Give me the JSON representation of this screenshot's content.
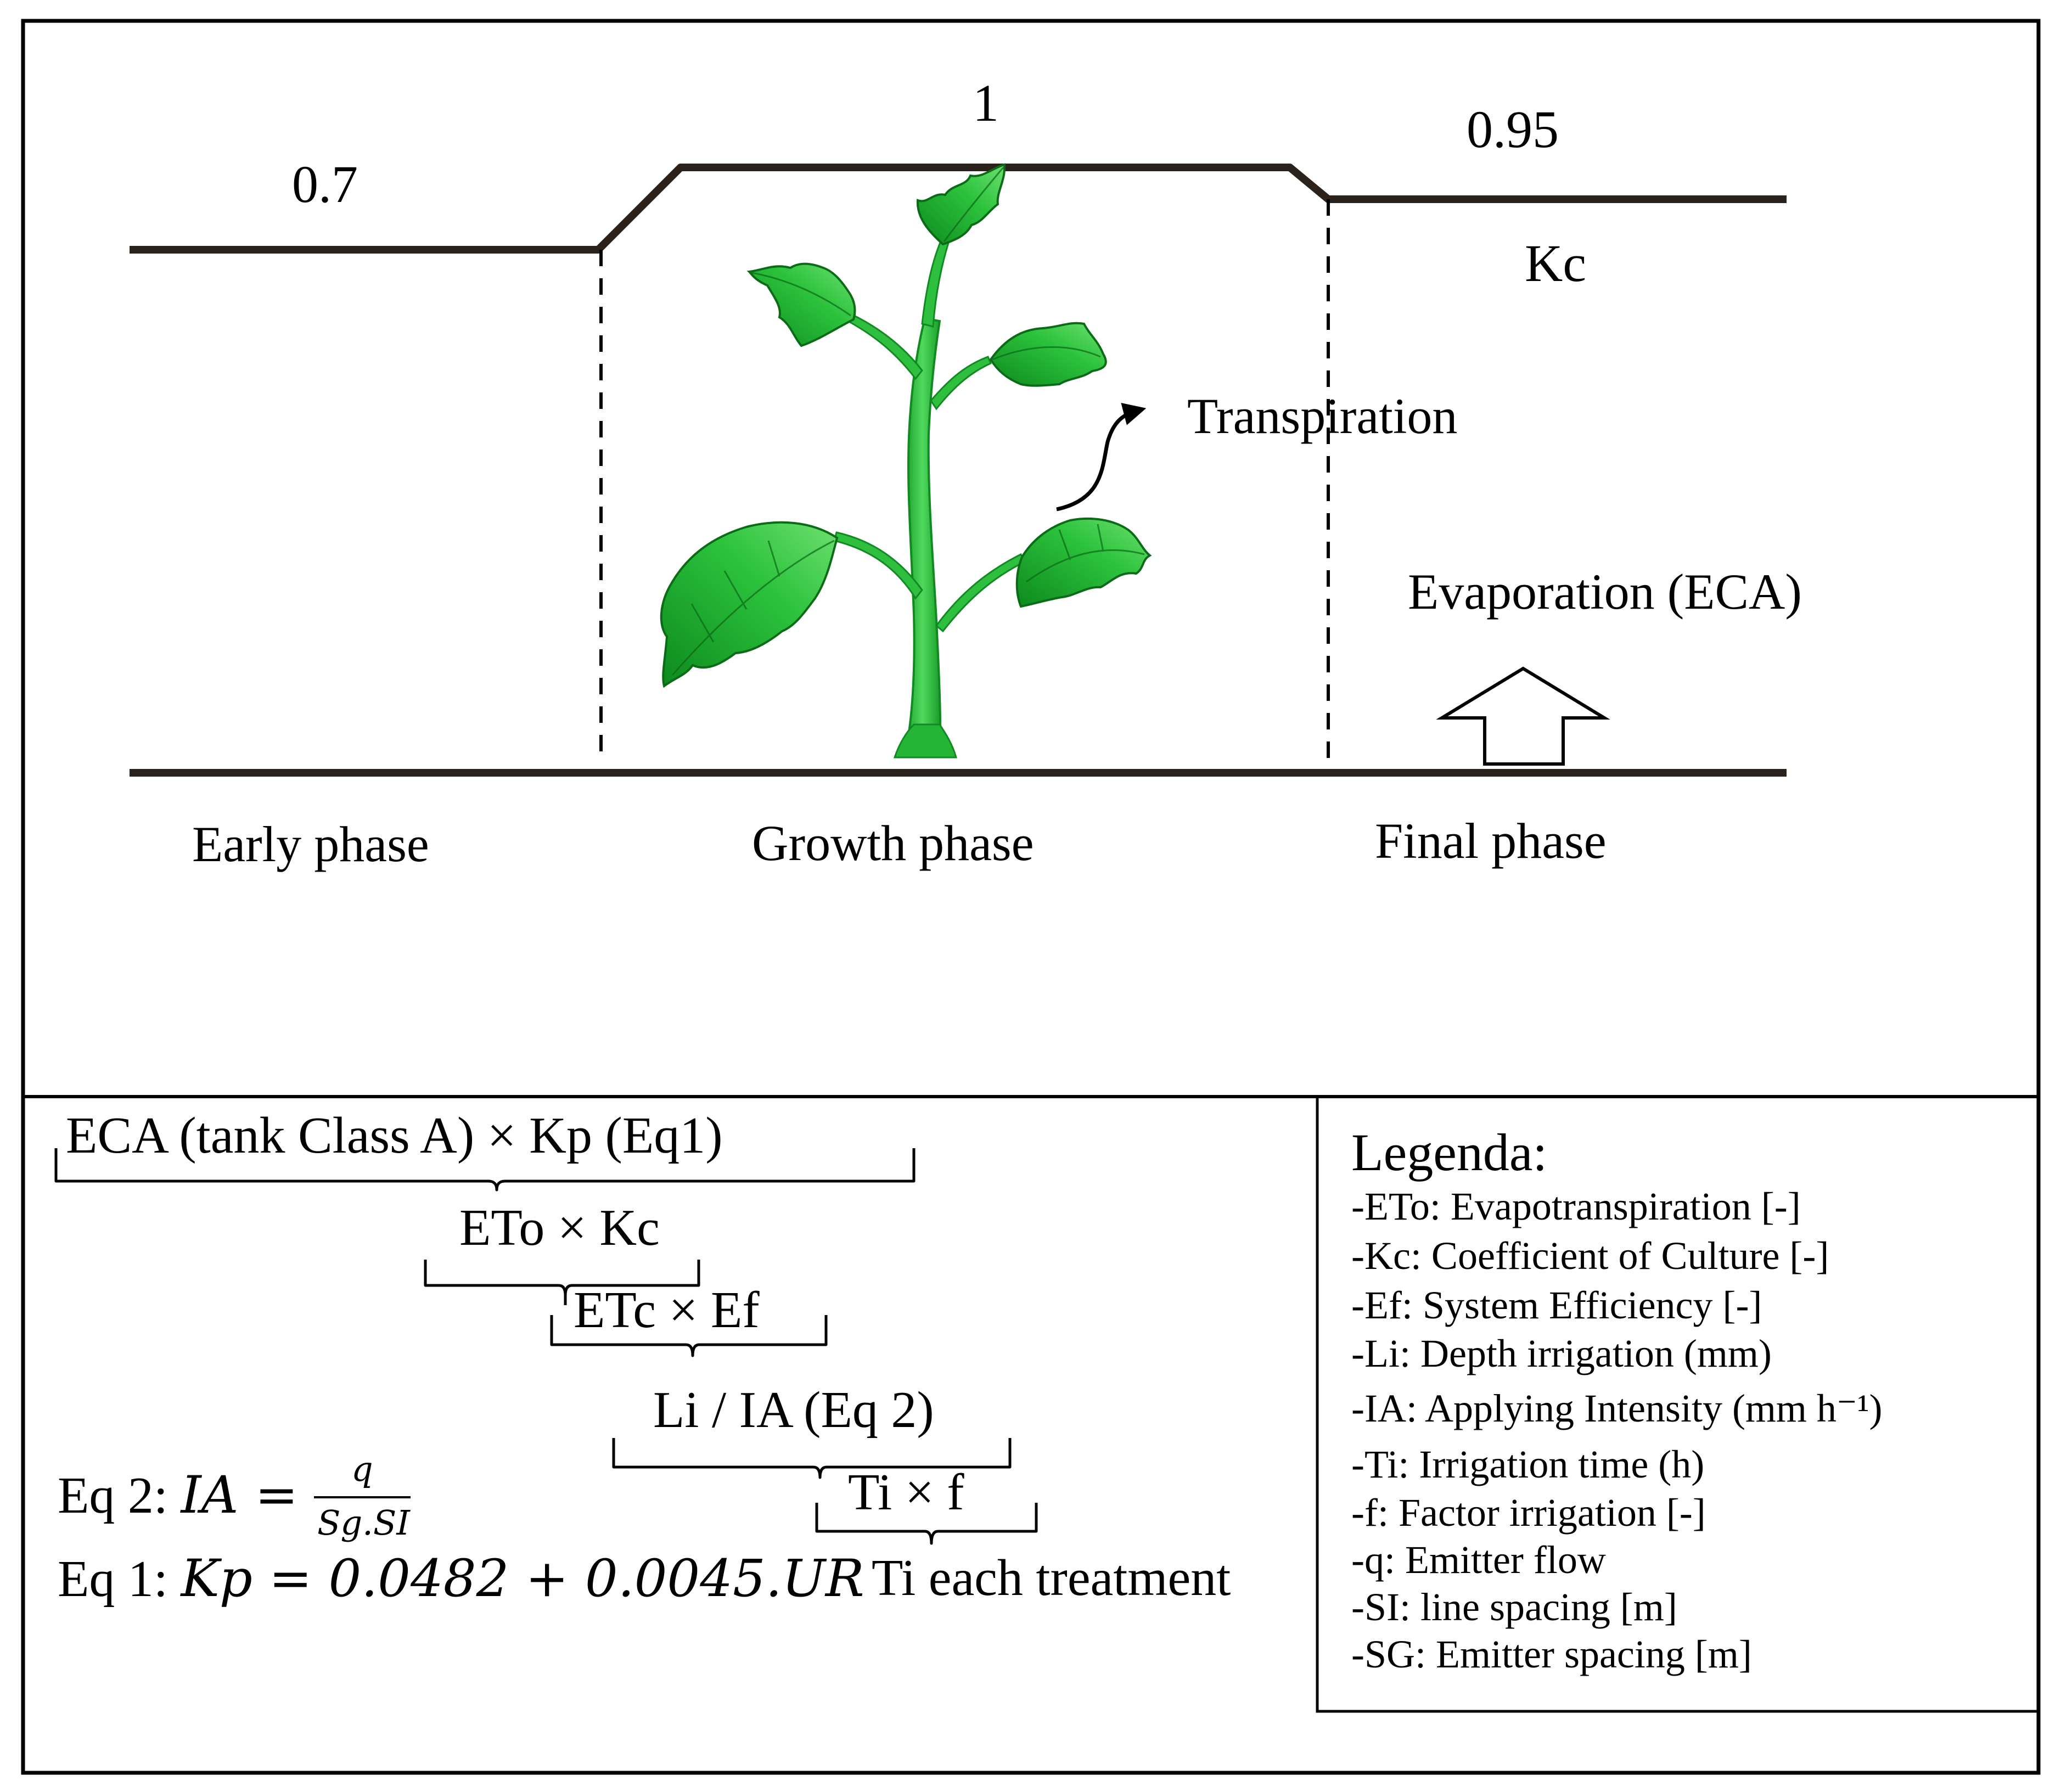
{
  "kc_curve": {
    "early_value": "0.7",
    "growth_value": "1",
    "final_value": "0.95",
    "kc_label": "Kc"
  },
  "annotations": {
    "transpiration": "Transpiration",
    "evaporation": "Evaporation (ECA)"
  },
  "phases": [
    "Early phase",
    "Growth phase",
    "Final phase"
  ],
  "flow": {
    "step1": "ECA (tank Class A) × Kp (Eq1)",
    "step2": "ETo × Kc",
    "step3": "ETc × Ef",
    "step4": "Li / IA (Eq 2)",
    "step5": "Ti × f",
    "result": "Ti each treatment"
  },
  "equations": {
    "eq2_prefix": "Eq 2: ",
    "eq2_lhs": "IA = ",
    "eq2_num": "q",
    "eq2_den": "Sg.SI",
    "eq1_prefix": "Eq 1: ",
    "eq1_body": "Kp = 0.0482 + 0.0045.UR"
  },
  "legend": {
    "title": "Legenda:",
    "items": [
      "-ETo: Evapotranspiration [-]",
      "-Kc: Coefficient of Culture [-]",
      "-Ef: System Efficiency [-]",
      "-Li: Depth irrigation (mm)",
      "-IA: Applying Intensity (mm h⁻¹)",
      "-Ti: Irrigation time (h)",
      "-f: Factor irrigation [-]",
      "-q: Emitter flow",
      "-SI: line spacing [m]",
      "-SG: Emitter spacing [m]"
    ]
  },
  "colors": {
    "line": "#2b221b",
    "leaf_dark": "#0e8a1d",
    "leaf_light": "#4ed85a",
    "stem": "#25b536"
  }
}
